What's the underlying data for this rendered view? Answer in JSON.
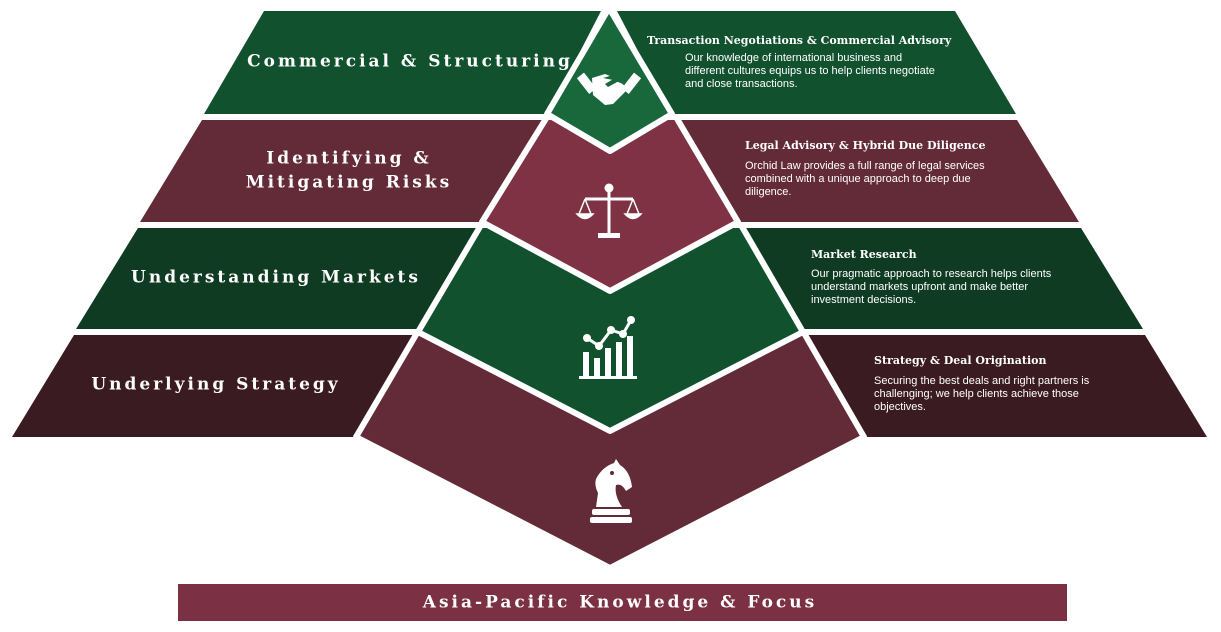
{
  "colors": {
    "green_dark": "#11512E",
    "green_darker": "#0F3B22",
    "green_center": "#18683C",
    "maroon": "#632A37",
    "maroon_dark": "#3A1B21",
    "maroon_center": "#7E3244",
    "maroon_base": "#7B3043",
    "white": "#FFFFFF"
  },
  "tiers": [
    {
      "left_label": [
        "Commercial & Structuring"
      ],
      "right_heading": "Transaction Negotiations & Commercial Advisory",
      "right_body": [
        "Our knowledge of international business and",
        "different cultures equips us to help clients negotiate",
        "and close transactions."
      ],
      "icon": "handshake-icon"
    },
    {
      "left_label": [
        "Identifying &",
        "Mitigating Risks"
      ],
      "right_heading": "Legal Advisory & Hybrid Due Diligence",
      "right_body": [
        "Orchid Law provides a full range of legal services",
        "combined with a unique approach to deep due",
        "diligence."
      ],
      "icon": "scales-icon"
    },
    {
      "left_label": [
        "Understanding Markets"
      ],
      "right_heading": "Market Research",
      "right_body": [
        "Our pragmatic approach to research helps clients",
        "understand markets upfront and make better",
        "investment decisions."
      ],
      "icon": "growth-chart-icon"
    },
    {
      "left_label": [
        "Underlying Strategy"
      ],
      "right_heading": "Strategy & Deal Origination",
      "right_body": [
        "Securing the best deals and right partners is",
        "challenging; we help clients achieve those",
        "objectives."
      ],
      "icon": "chess-knight-icon"
    }
  ],
  "base_label": "Asia-Pacific Knowledge & Focus"
}
